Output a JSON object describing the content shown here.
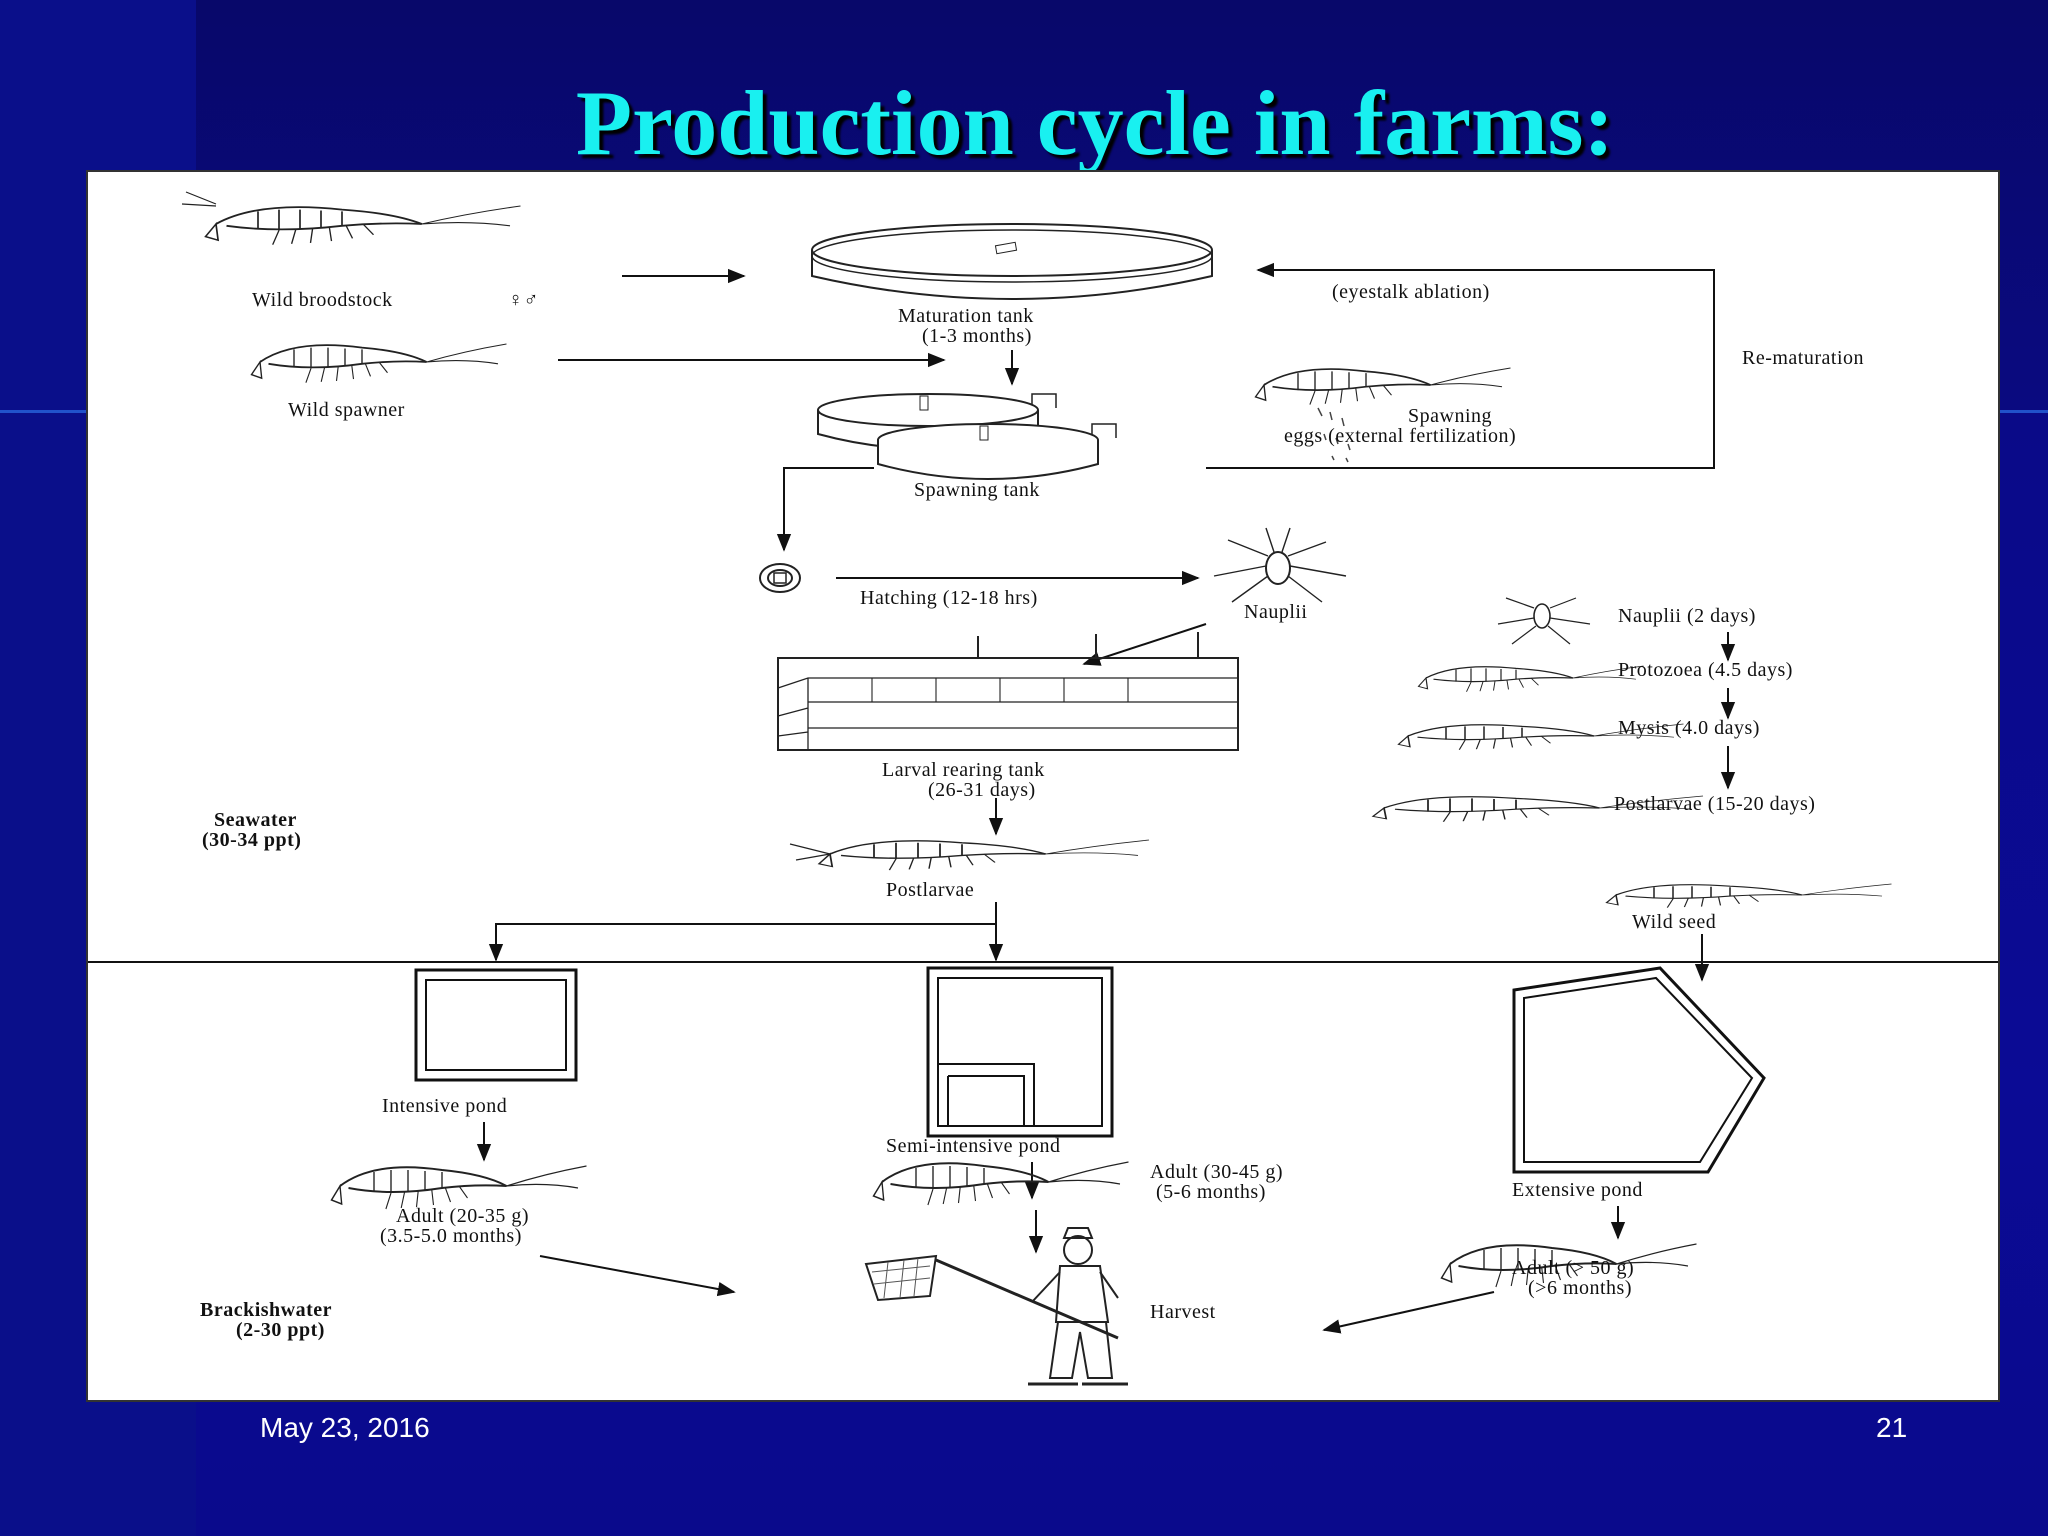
{
  "slide": {
    "title": "Production cycle in farms:",
    "date": "May 23, 2016",
    "page_number": "21"
  },
  "diagram": {
    "wild_broodstock": "Wild broodstock",
    "sex_symbols": "♀♂",
    "wild_spawner": "Wild spawner",
    "maturation_tank": "Maturation tank",
    "maturation_duration": "(1-3 months)",
    "eyestalk_ablation": "(eyestalk ablation)",
    "re_maturation": "Re-maturation",
    "spawning_line1": "Spawning",
    "spawning_line2": "eggs (external fertilization)",
    "spawning_tank": "Spawning tank",
    "hatching": "Hatching (12-18 hrs)",
    "nauplii": "Nauplii",
    "stage_nauplii": "Nauplii (2 days)",
    "stage_protozoea": "Protozoea (4.5 days)",
    "stage_mysis": "Mysis (4.0 days)",
    "stage_postlarvae": "Postlarvae (15-20 days)",
    "larval_tank": "Larval rearing tank",
    "larval_duration": "(26-31 days)",
    "seawater": "Seawater",
    "seawater_ppt": "(30-34 ppt)",
    "postlarvae": "Postlarvae",
    "wild_seed": "Wild seed",
    "intensive_pond": "Intensive pond",
    "semi_intensive_pond": "Semi-intensive pond",
    "extensive_pond": "Extensive pond",
    "adult_intensive_1": "Adult (20-35 g)",
    "adult_intensive_2": "(3.5-5.0 months)",
    "adult_semi_1": "Adult (30-45 g)",
    "adult_semi_2": "(5-6 months)",
    "adult_ext_1": "Adult (> 50 g)",
    "adult_ext_2": "(>6 months)",
    "harvest": "Harvest",
    "brackishwater": "Brackishwater",
    "brackishwater_ppt": "(2-30 ppt)"
  }
}
